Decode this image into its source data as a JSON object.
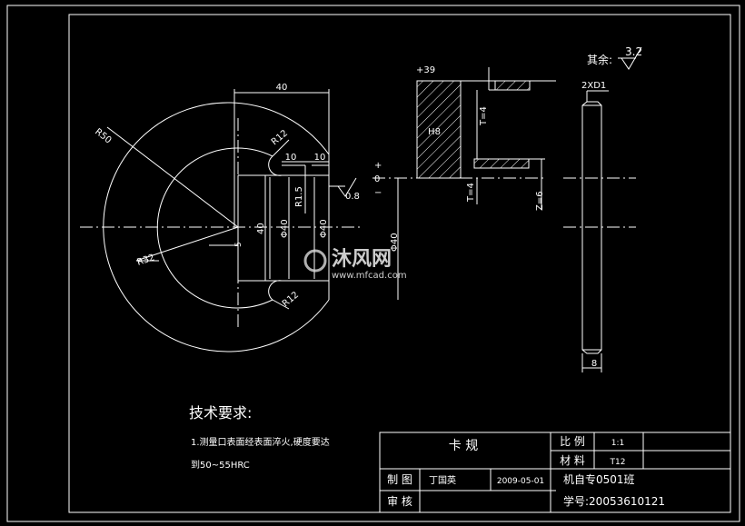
{
  "drawing": {
    "background": "#000000",
    "line_color": "#ffffff",
    "watermark": {
      "brand": "沐风网",
      "url": "www.mfcad.com"
    },
    "surface_finish": {
      "label": "其余:",
      "value": "3.2"
    },
    "front_view": {
      "dim_width": "40",
      "radius_outer": "R50",
      "radius_inner": "R32",
      "radius_notch_top": "R12",
      "radius_notch_bottom": "R12",
      "dim_slot_1": "10",
      "dim_slot_2": "10",
      "radius_small": "R1.5",
      "roughness": "0.8",
      "dim_opening": "40",
      "dim_phi_1": "Φ40",
      "dim_phi_2": "Φ40",
      "dim_offset": "5"
    },
    "tolerance_view": {
      "upper_dev": "+39",
      "fit": "H8",
      "t_upper": "T=4",
      "t_lower": "T=4",
      "z_value": "Z=6",
      "phi": "Φ40",
      "zero": "0",
      "plus": "+",
      "minus": "−"
    },
    "side_view": {
      "chamfer": "2XD1",
      "thickness": "8"
    },
    "tech_requirements": {
      "title": "技术要求:",
      "line1": "1.测量口表面经表面淬火,硬度要达",
      "line2": "到50~55HRC"
    },
    "title_block": {
      "part_name": "卡       规",
      "scale_label": "比  例",
      "scale_value": "1:1",
      "material_label": "材  料",
      "material_value": "T12",
      "drawn_label": "制  图",
      "drawn_name": "丁国英",
      "date": "2009-05-01",
      "class": "机自专0501班",
      "check_label": "审  核",
      "student_id": "学号:20053610121"
    }
  }
}
